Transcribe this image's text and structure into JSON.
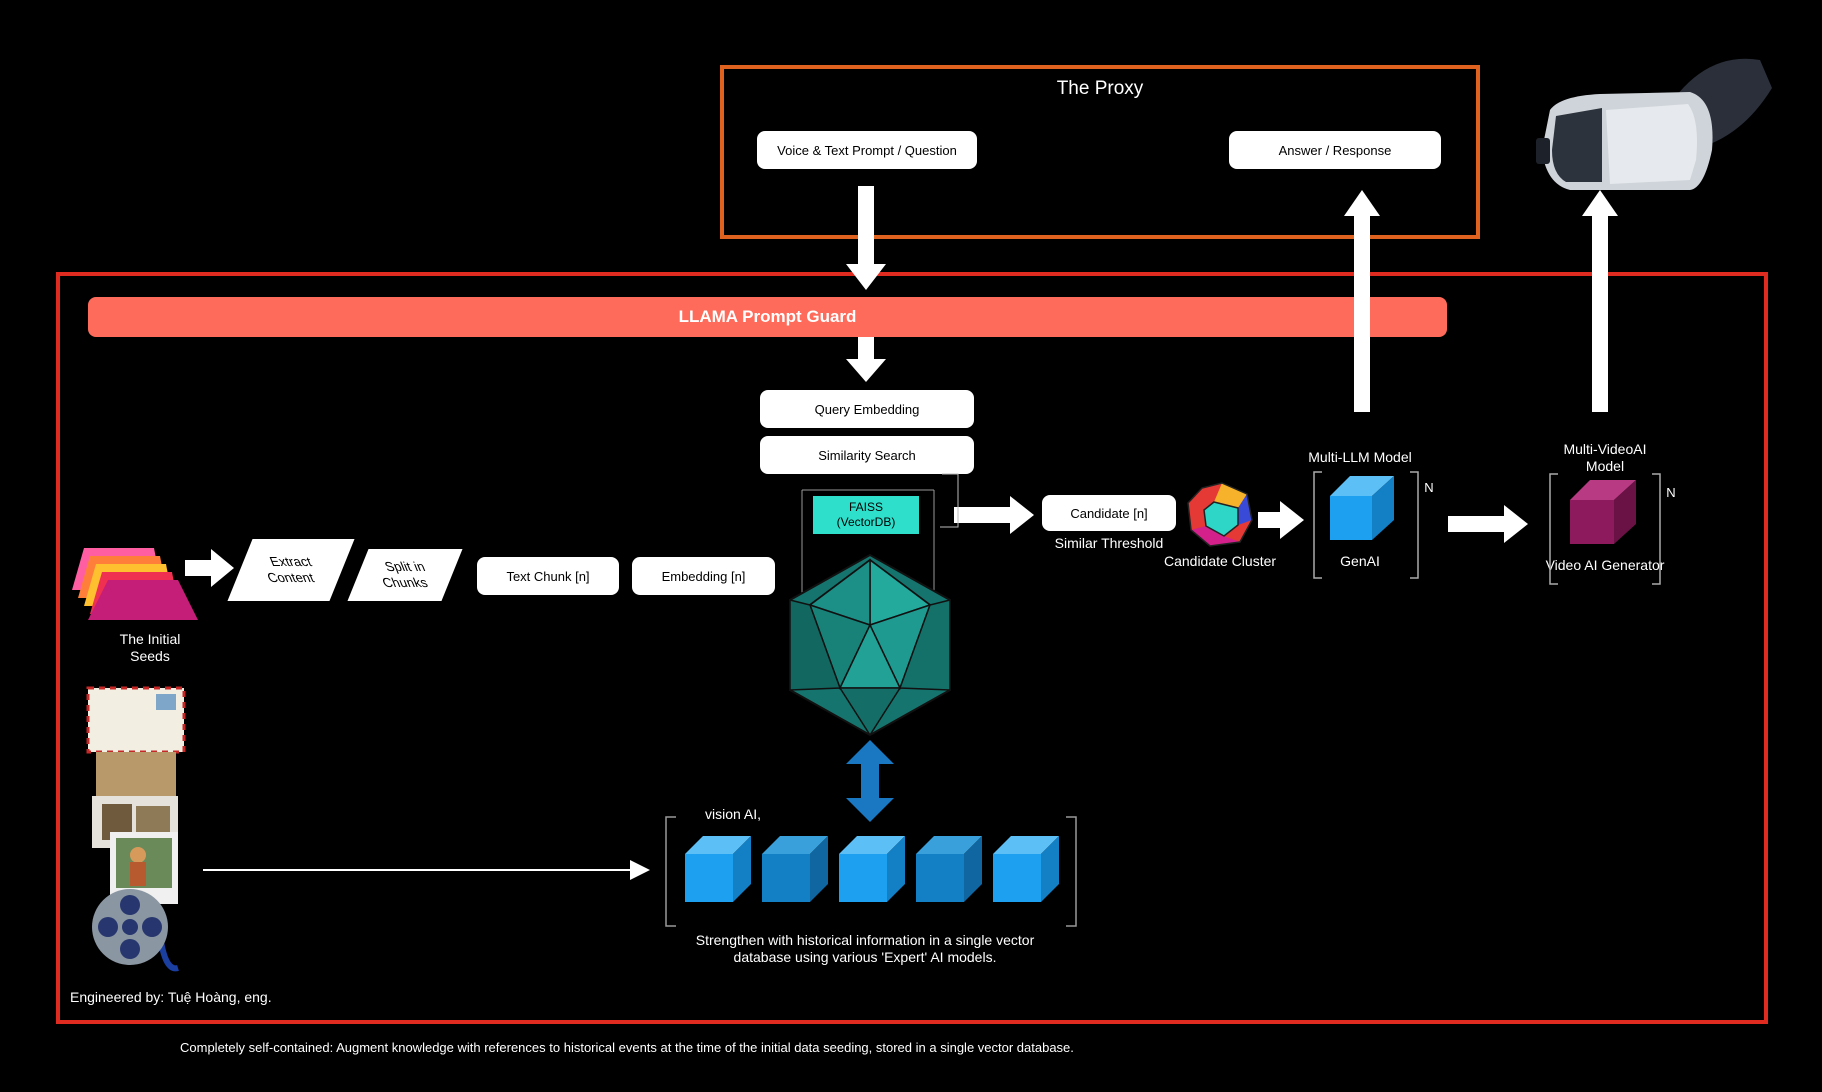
{
  "proxy": {
    "title": "The Proxy",
    "voice_prompt": "Voice & Text Prompt / Question",
    "answer": "Answer / Response"
  },
  "guard": {
    "label": "LLAMA Prompt Guard"
  },
  "query": {
    "embedding": "Query Embedding",
    "similarity": "Similarity Search"
  },
  "faiss": {
    "line1": "FAISS",
    "line2": "(VectorDB)"
  },
  "pipeline": {
    "extract_line1": "Extract",
    "extract_line2": "Content",
    "split_line1": "Split in",
    "split_line2": "Chunks",
    "text_chunk": "Text Chunk [n]",
    "embedding": "Embedding [n]"
  },
  "seeds": {
    "line1": "The Initial",
    "line2": "Seeds"
  },
  "candidate": {
    "label": "Candidate [n]",
    "threshold": "Similar Threshold",
    "cluster": "Candidate Cluster"
  },
  "llm": {
    "title": "Multi-LLM Model",
    "genai": "GenAI",
    "n": "N"
  },
  "video": {
    "title_line1": "Multi-VideoAI",
    "title_line2": "Model",
    "generator": "Video AI Generator",
    "n": "N"
  },
  "vision": {
    "label": "vision AI,",
    "caption_line1": "Strengthen with historical information in a single vector",
    "caption_line2": "database using various 'Expert' AI models."
  },
  "credit": "Engineered by: Tuệ Hoàng, eng.",
  "footer": "Completely self-contained: Augment knowledge with references to historical events at the time of the initial data seeding, stored in a single vector database.",
  "colors": {
    "proxy_border": "#e0621f",
    "outer_border": "#e02b20",
    "guard_bar": "#ff6b5a",
    "faiss_teal": "#2ee0cc",
    "cube_blue": "#1ea0f0",
    "cube_dark_blue": "#137fc4",
    "cube_purple": "#8e1a5e",
    "icosahedron": "#1a8c84",
    "double_arrow": "#1a78c2"
  }
}
